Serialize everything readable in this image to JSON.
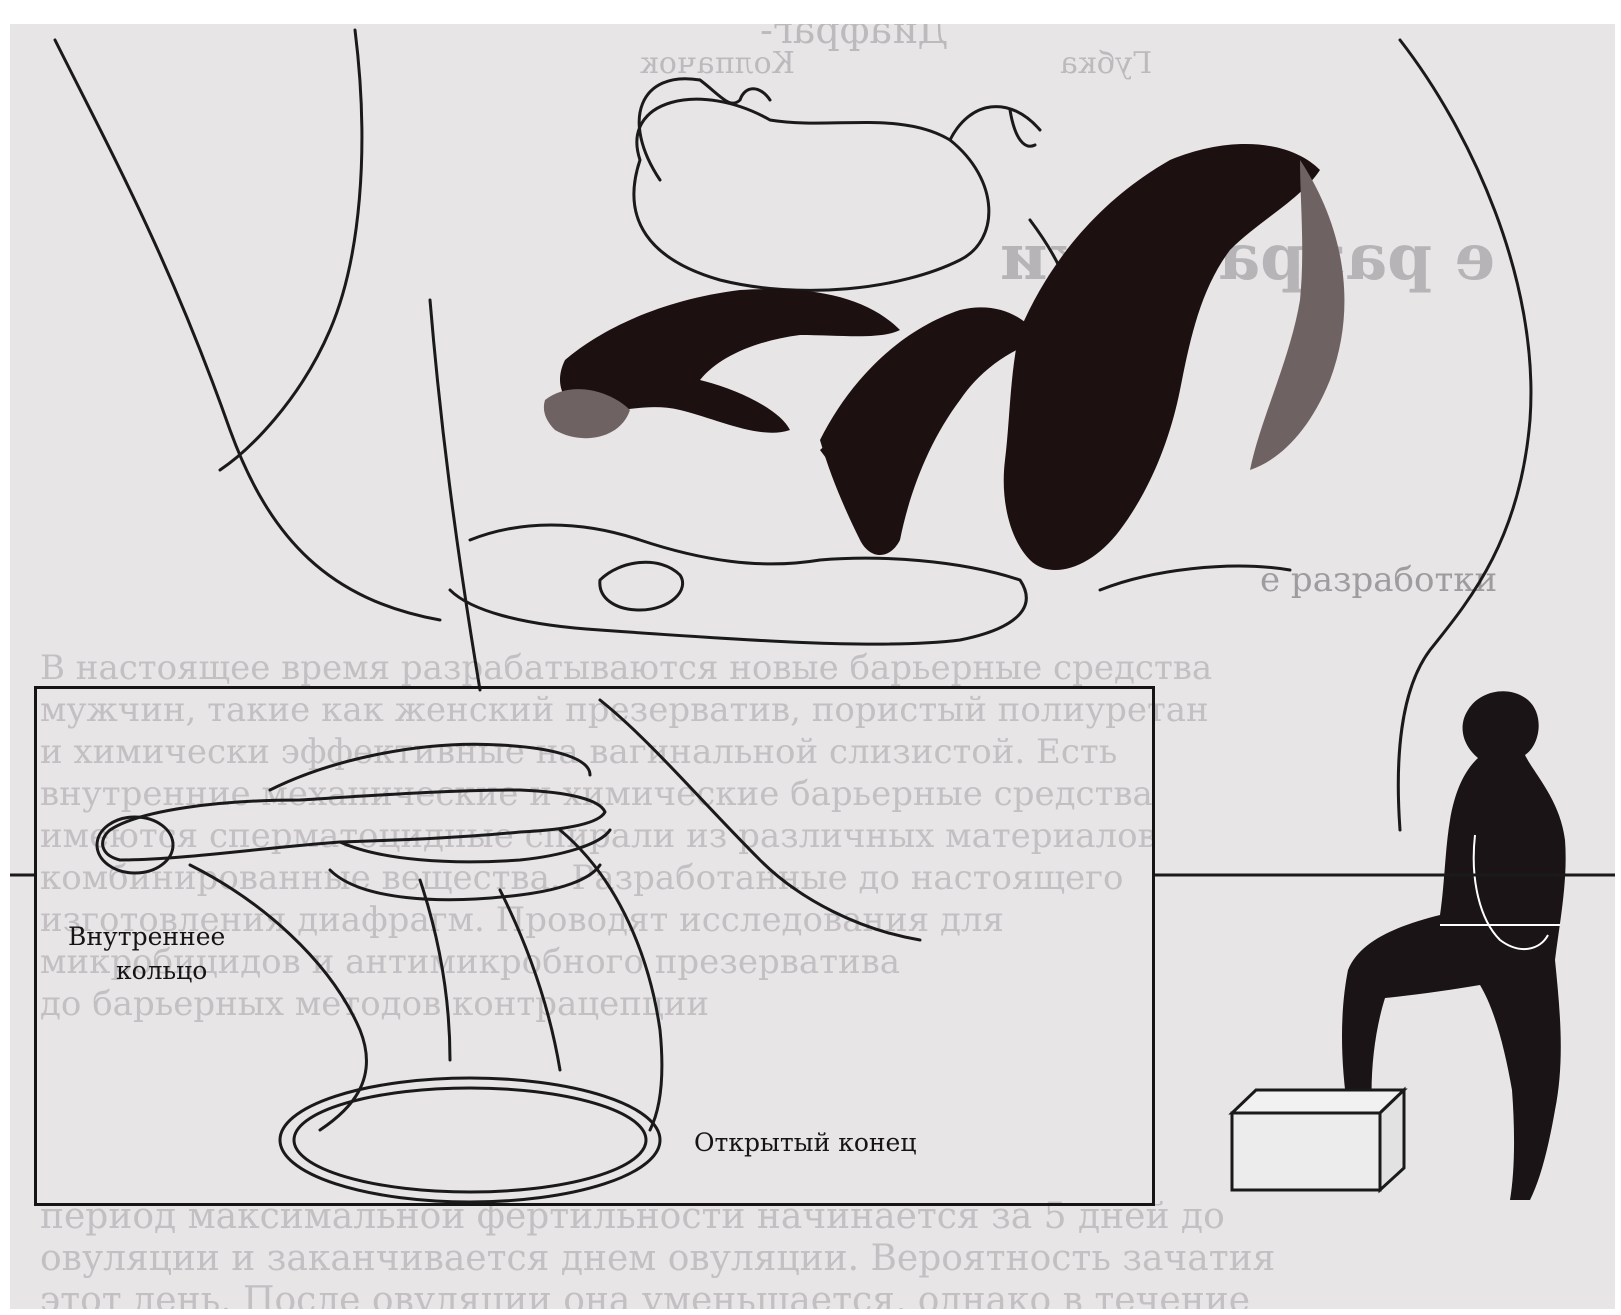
{
  "figure": {
    "label_inner_ring_line1": "Внутреннее",
    "label_inner_ring_line2": "кольцо",
    "label_open_end": "Открытый конец"
  },
  "bleed_through_text": {
    "line1": "Диафраг-",
    "line2": "Колпачок",
    "line3": "Губка",
    "heading_fragment": "е разработки",
    "para_line1": "В настоящее время разрабатываются новые барьерные средства",
    "para_line2": "мужчин, такие как женский презерватив, пористый полиуретан",
    "para_line3": "и химически эффективные на вагинальной слизистой. Есть",
    "para_line4": "внутренние механические и химические барьерные средства",
    "para_line5": "имеются сперматоцидные спирали из различных материалов",
    "para_line6": "комбинированные вещества. Разработанные до настоящего",
    "para_line7": "изготовления диафрагм. Проводят исследования для",
    "para_line8": "микробицидов и антимикробного презерватива",
    "para_line9": "до барьерных методов контрацепции",
    "para_line10": "период максимальной фертильности начинается за 5 дней до",
    "para_line11": "овуляции и заканчивается днем овуляции. Вероятность зачатия",
    "para_line12": "этот день. После овуляции она уменьшается, однако в течение"
  }
}
